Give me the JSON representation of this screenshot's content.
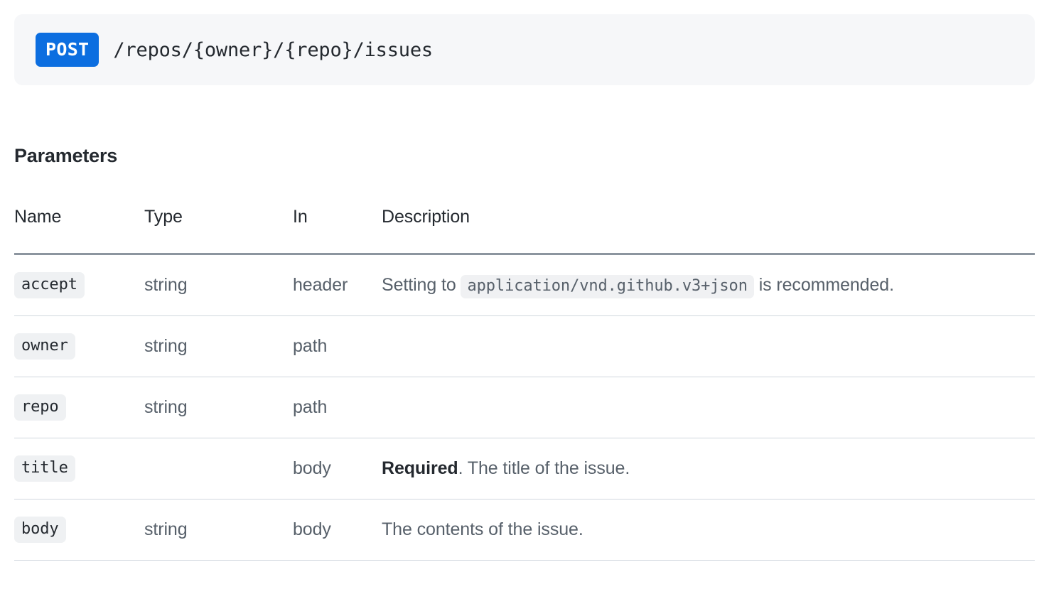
{
  "endpoint": {
    "method": "POST",
    "path": "/repos/{owner}/{repo}/issues",
    "method_badge_color": "#0c6ee0",
    "panel_background": "#f6f7f9"
  },
  "parameters_section": {
    "title": "Parameters",
    "columns": [
      "Name",
      "Type",
      "In",
      "Description"
    ],
    "rows": [
      {
        "name": "accept",
        "type": "string",
        "in": "header",
        "description_prefix": "Setting to",
        "description_code": "application/vnd.github.v3+json",
        "description_suffix": "is recommended.",
        "required_label": "",
        "description_plain": ""
      },
      {
        "name": "owner",
        "type": "string",
        "in": "path",
        "description_prefix": "",
        "description_code": "",
        "description_suffix": "",
        "required_label": "",
        "description_plain": ""
      },
      {
        "name": "repo",
        "type": "string",
        "in": "path",
        "description_prefix": "",
        "description_code": "",
        "description_suffix": "",
        "required_label": "",
        "description_plain": ""
      },
      {
        "name": "title",
        "type": "",
        "in": "body",
        "description_prefix": "",
        "description_code": "",
        "description_suffix": "",
        "required_label": "Required",
        "description_plain": ". The title of the issue."
      },
      {
        "name": "body",
        "type": "string",
        "in": "body",
        "description_prefix": "",
        "description_code": "",
        "description_suffix": "",
        "required_label": "",
        "description_plain": "The contents of the issue."
      }
    ]
  }
}
